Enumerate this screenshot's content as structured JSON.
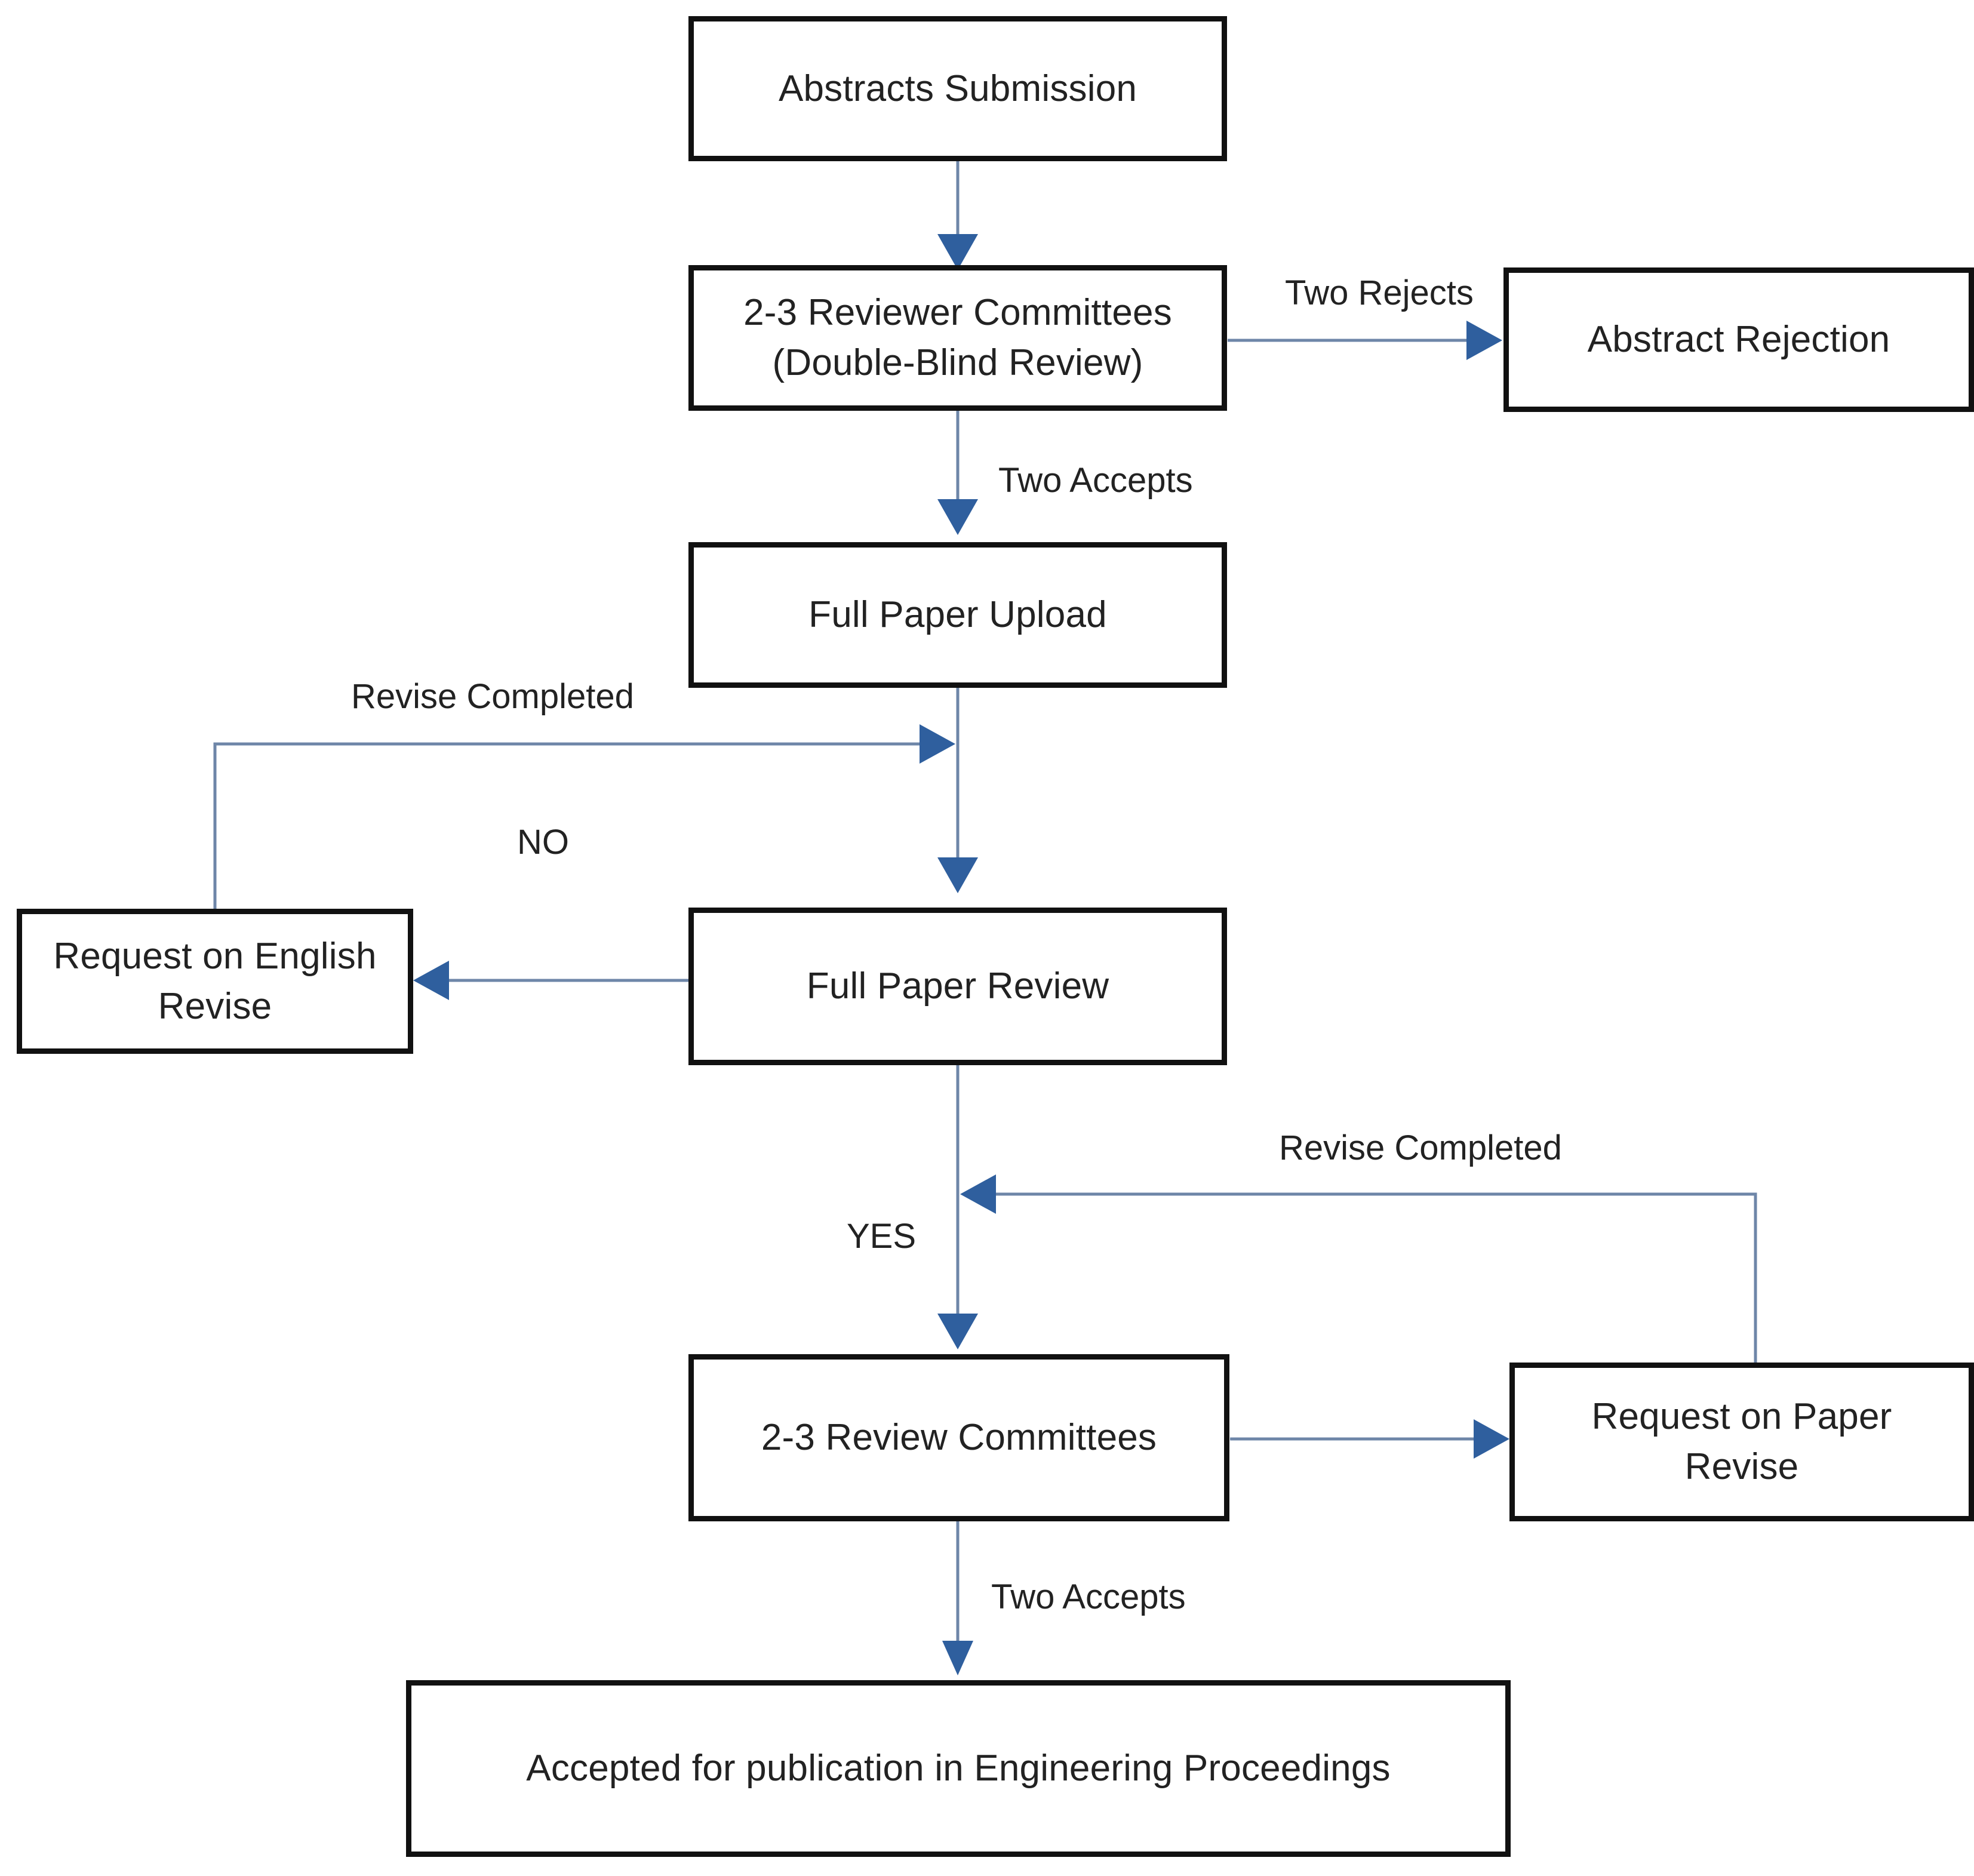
{
  "diagram": {
    "title": "Engineering Proceedings abstract and paper review workflow",
    "colors": {
      "node_border": "#111111",
      "node_fill": "#ffffff",
      "connector": "#6e86a8",
      "arrowhead": "#2f5f9e",
      "text": "#222222",
      "background": "#ffffff"
    },
    "nodes": [
      {
        "id": "abstracts-submission",
        "label": "Abstracts Submission"
      },
      {
        "id": "reviewer-committees",
        "label": "2-3 Reviewer Committees\n(Double-Blind Review)"
      },
      {
        "id": "abstract-rejection",
        "label": "Abstract Rejection"
      },
      {
        "id": "full-paper-upload",
        "label": "Full Paper Upload"
      },
      {
        "id": "request-english-revise",
        "label": "Request on English\nRevise"
      },
      {
        "id": "full-paper-review",
        "label": "Full Paper Review"
      },
      {
        "id": "review-committees",
        "label": "2-3 Review Committees"
      },
      {
        "id": "request-paper-revise",
        "label": "Request on Paper\nRevise"
      },
      {
        "id": "accepted-publication",
        "label": "Accepted for publication in Engineering Proceedings"
      }
    ],
    "edge_labels": [
      {
        "id": "two-rejects",
        "label": "Two Rejects"
      },
      {
        "id": "two-accepts-upper",
        "label": "Two Accepts"
      },
      {
        "id": "revise-completed-english",
        "label": "Revise Completed"
      },
      {
        "id": "no",
        "label": "NO"
      },
      {
        "id": "revise-completed-paper",
        "label": "Revise Completed"
      },
      {
        "id": "yes",
        "label": "YES"
      },
      {
        "id": "two-accepts-lower",
        "label": "Two Accepts"
      }
    ],
    "edges": [
      {
        "from": "abstracts-submission",
        "to": "reviewer-committees",
        "label": ""
      },
      {
        "from": "reviewer-committees",
        "to": "abstract-rejection",
        "label": "Two Rejects"
      },
      {
        "from": "reviewer-committees",
        "to": "full-paper-upload",
        "label": "Two Accepts"
      },
      {
        "from": "full-paper-upload",
        "to": "full-paper-review",
        "label": "NO"
      },
      {
        "from": "full-paper-review",
        "to": "request-english-revise",
        "label": ""
      },
      {
        "from": "request-english-revise",
        "to": "full-paper-upload",
        "label": "Revise Completed"
      },
      {
        "from": "full-paper-review",
        "to": "review-committees",
        "label": "YES"
      },
      {
        "from": "review-committees",
        "to": "request-paper-revise",
        "label": ""
      },
      {
        "from": "request-paper-revise",
        "to": "full-paper-review",
        "label": "Revise Completed"
      },
      {
        "from": "review-committees",
        "to": "accepted-publication",
        "label": "Two Accepts"
      }
    ]
  }
}
